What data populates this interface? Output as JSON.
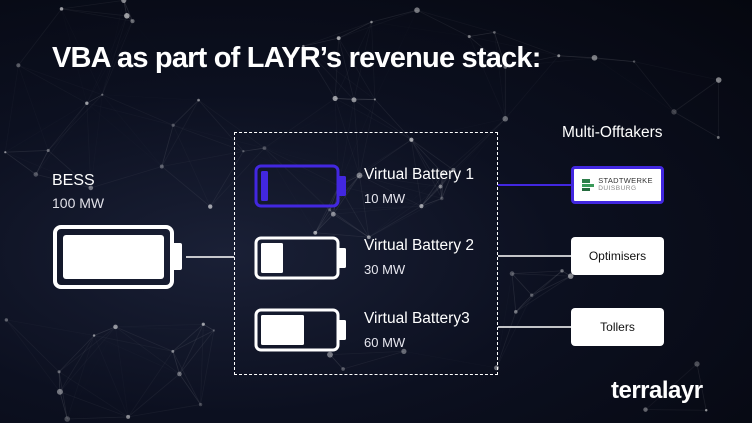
{
  "title": "VBA as part of LAYR’s revenue stack:",
  "bess": {
    "label": "BESS",
    "capacity": "100 MW"
  },
  "virtual_batteries": [
    {
      "name": "Virtual Battery 1",
      "capacity": "10 MW",
      "fill_fraction": 0.1,
      "color": "#4227e0"
    },
    {
      "name": "Virtual Battery 2",
      "capacity": "30 MW",
      "fill_fraction": 0.3,
      "color": "#ffffff"
    },
    {
      "name": "Virtual Battery3",
      "capacity": "60 MW",
      "fill_fraction": 0.6,
      "color": "#ffffff"
    }
  ],
  "offtakers": {
    "title": "Multi-Offtakers",
    "items": [
      {
        "label": "STADTWERKE",
        "sublabel": "DUISBURG",
        "icon": "stadtwerke-logo-icon"
      },
      {
        "label": "Optimisers"
      },
      {
        "label": "Tollers"
      }
    ]
  },
  "brand": "terralayr",
  "colors": {
    "accent": "#4227e0",
    "background": "#0b0f1e"
  }
}
